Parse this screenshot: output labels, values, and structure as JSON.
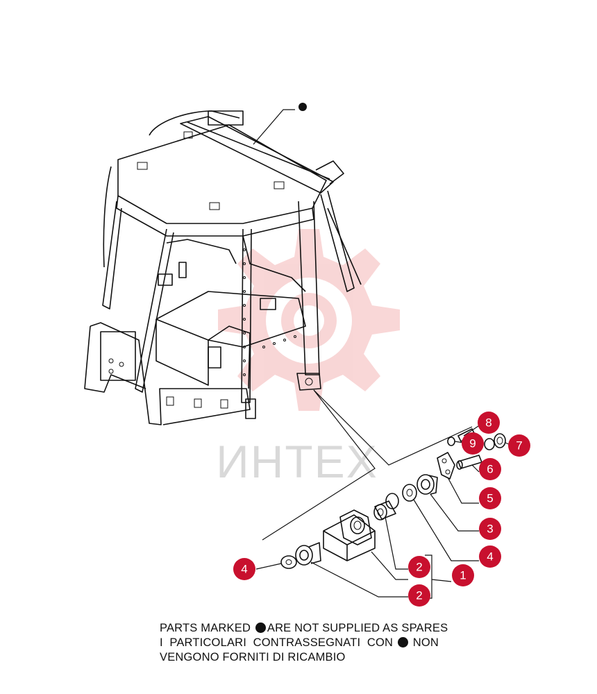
{
  "watermark": {
    "text": "ИНТЕХ",
    "gear_color": "#f7c8c8",
    "text_color": "#dcdcdc"
  },
  "callout_color": "#c8102e",
  "callouts": [
    {
      "id": "c8",
      "label": "8"
    },
    {
      "id": "c9",
      "label": "9"
    },
    {
      "id": "c7",
      "label": "7"
    },
    {
      "id": "c6",
      "label": "6"
    },
    {
      "id": "c5",
      "label": "5"
    },
    {
      "id": "c3",
      "label": "3"
    },
    {
      "id": "c4r",
      "label": "4"
    },
    {
      "id": "c1",
      "label": "1"
    },
    {
      "id": "c2a",
      "label": "2"
    },
    {
      "id": "c2b",
      "label": "2"
    },
    {
      "id": "c4l",
      "label": "4"
    }
  ],
  "note": {
    "line1_a": "PARTS MARKED ",
    "line1_b": "ARE NOT SUPPLIED AS SPARES",
    "line2": "I  PARTICOLARI  CONTRASSEGNATI  CON",
    "line2_b": " NON",
    "line3": "VENGONO FORNITI DI RICAMBIO"
  },
  "marker_icon": "filled-circle-icon"
}
